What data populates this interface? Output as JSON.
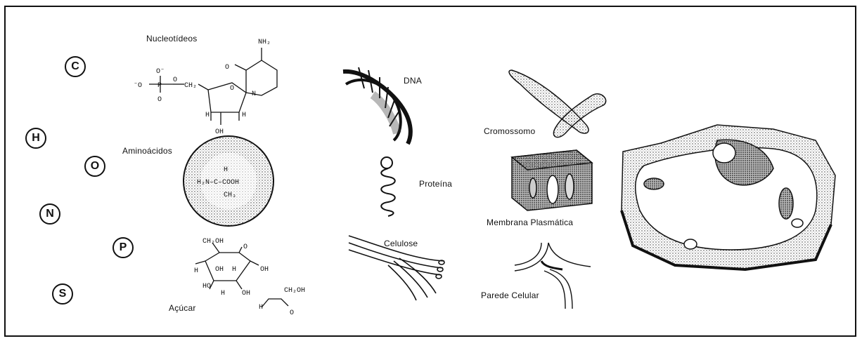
{
  "elements": [
    "C",
    "H",
    "O",
    "N",
    "P",
    "S"
  ],
  "labels": {
    "nucleotideos": "Nucleotídeos",
    "aminoacidos": "Aminoácidos",
    "acucar": "Açúcar",
    "dna": "DNA",
    "proteina": "Proteína",
    "celulose": "Celulose",
    "cromossomo": "Cromossomo",
    "membrana": "Membrana Plasmática",
    "parede": "Parede Celular"
  }
}
